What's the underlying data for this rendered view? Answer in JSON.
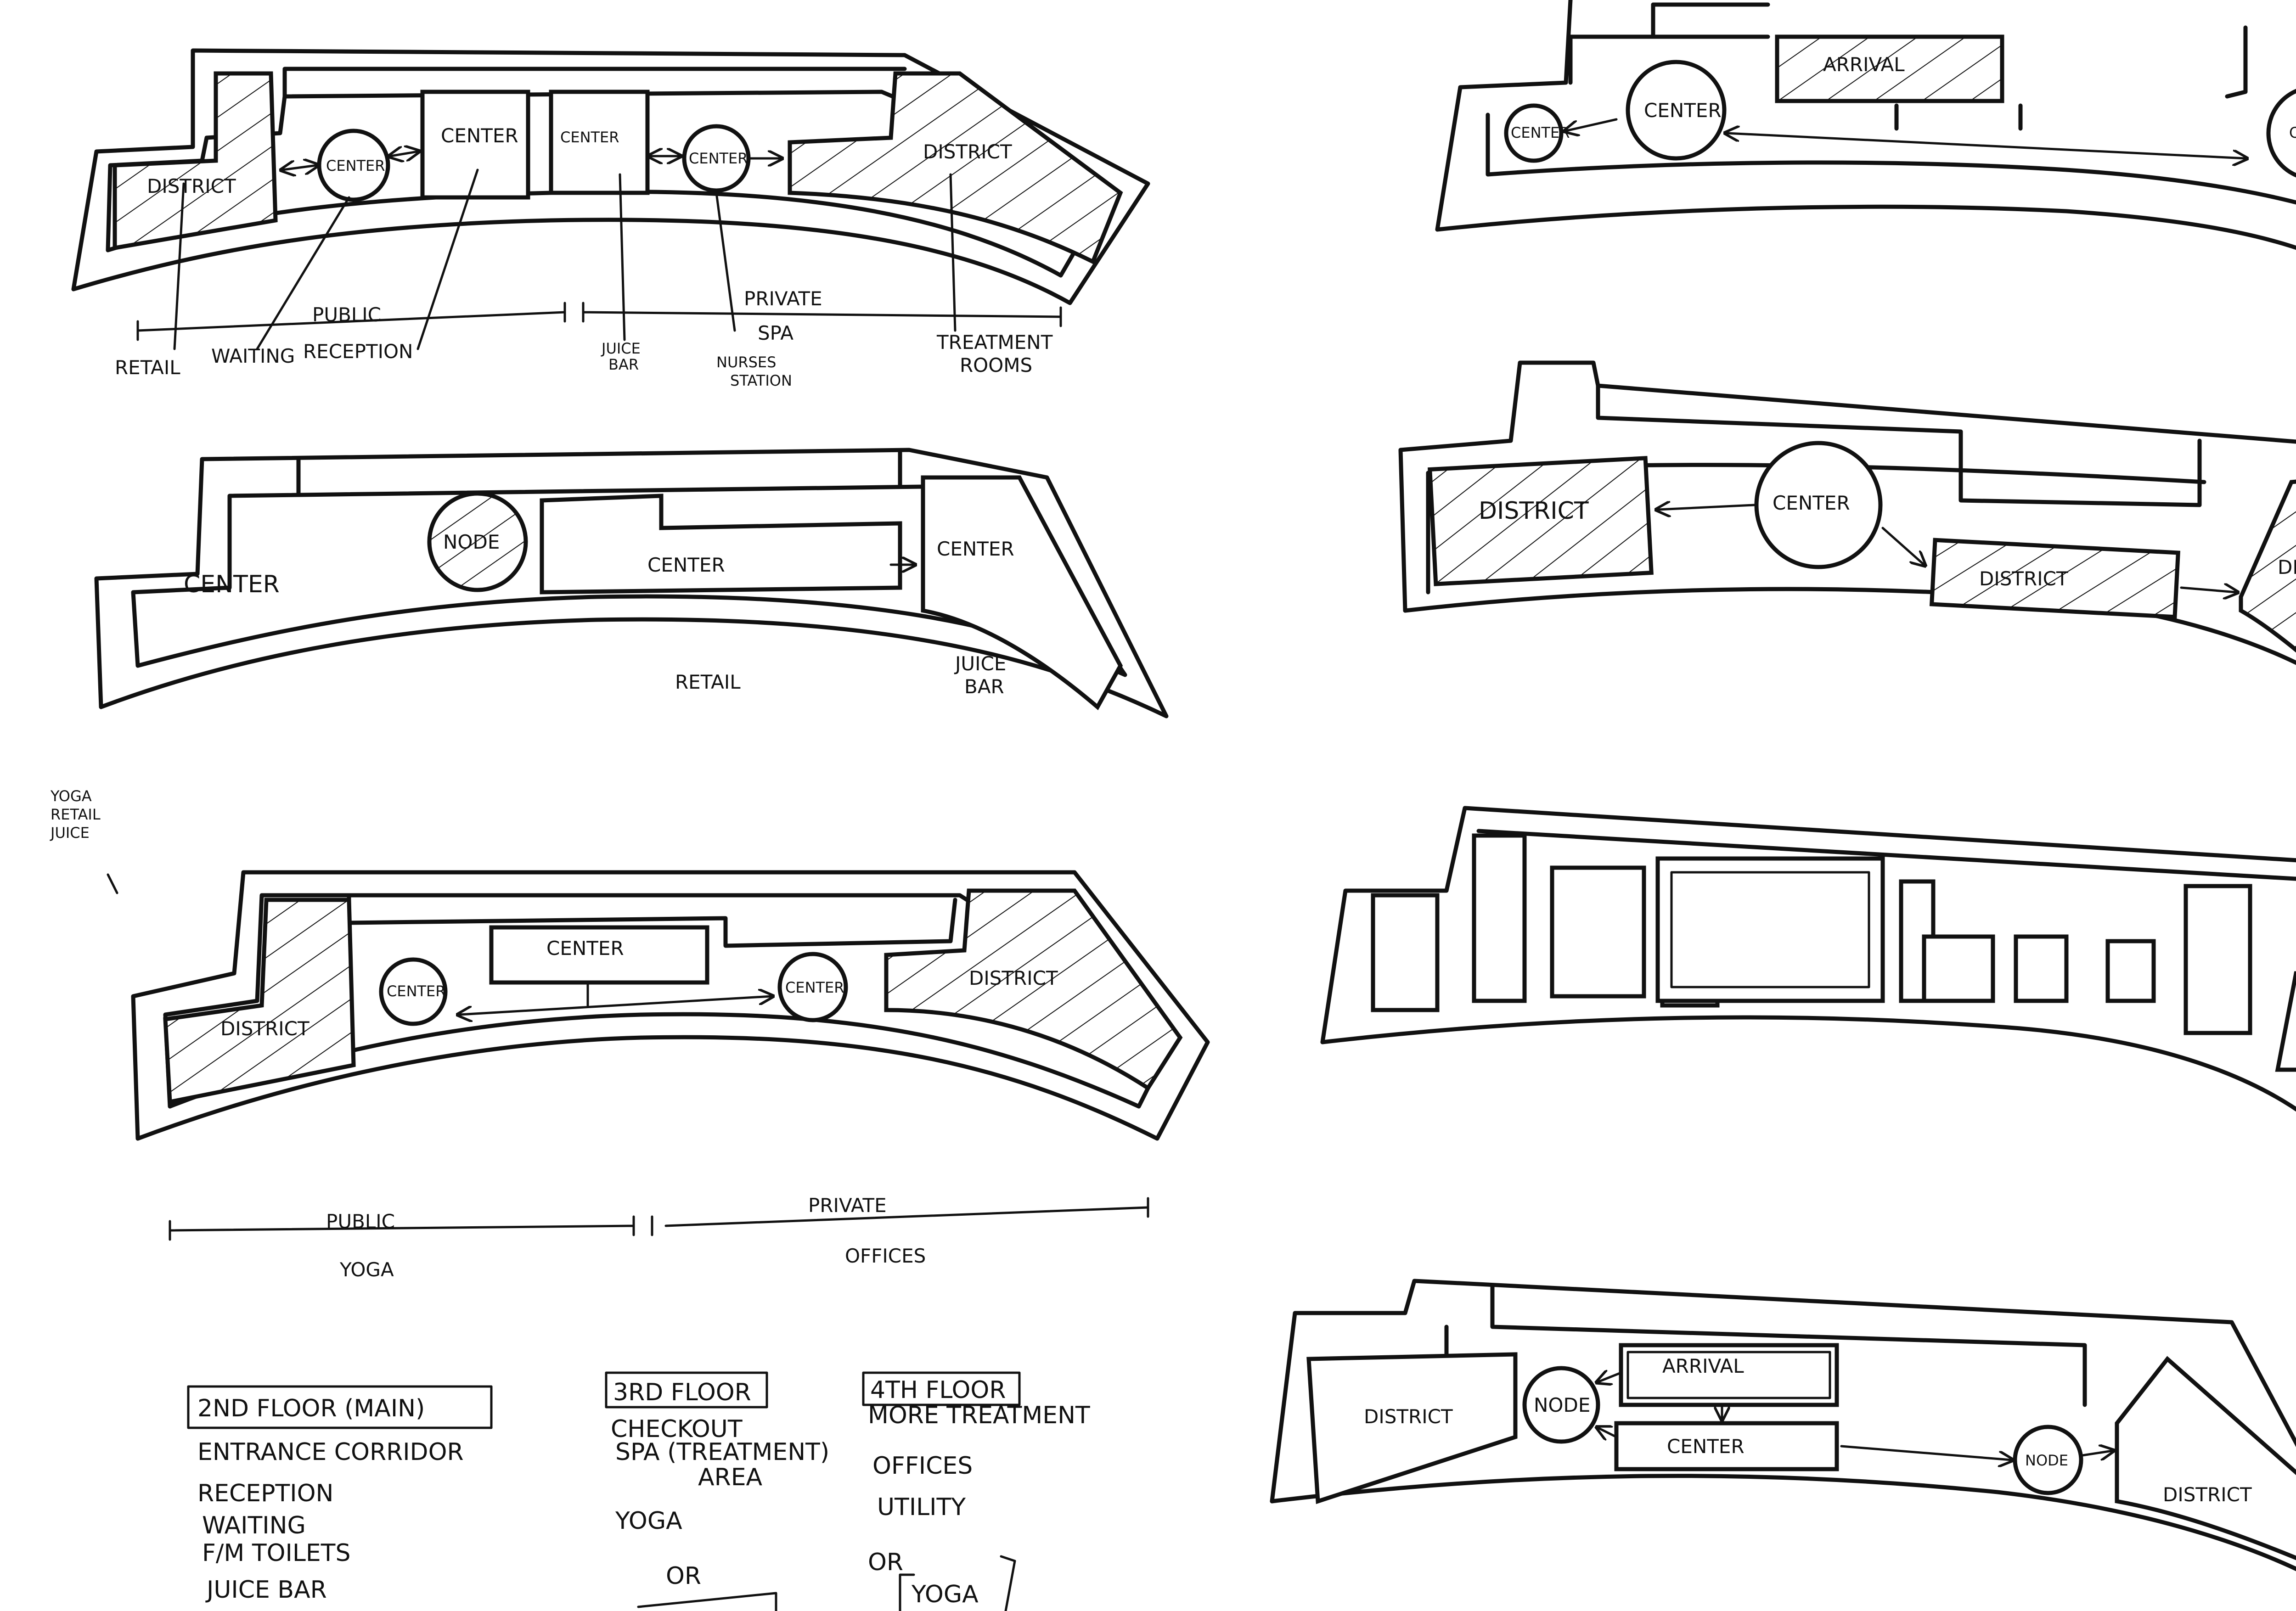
{
  "sheet_title": "",
  "plans": {
    "p1": {
      "district_left": "DISTRICT",
      "center_circle_left": "CENTER",
      "center_box_a": "CENTER",
      "center_box_b": "CENTER",
      "center_circle_right": "CENTER",
      "district_right": "DISTRICT",
      "scale_public": "PUBLIC",
      "scale_private": "PRIVATE",
      "note_retail": "RETAIL",
      "note_waiting": "WAITING",
      "note_reception": "RECEPTION",
      "note_juice_1": "JUICE",
      "note_juice_2": "BAR",
      "note_spa": "SPA",
      "note_nurses_1": "NURSES",
      "note_nurses_2": "STATION",
      "note_treatment_1": "TREATMENT",
      "note_treatment_2": "ROOMS"
    },
    "p2": {
      "center_left": "CENTER",
      "node": "NODE",
      "center_middle": "CENTER",
      "center_right": "CENTER",
      "note_retail": "RETAIL",
      "note_juice_1": "JUICE",
      "note_juice_2": "BAR"
    },
    "margin_note": [
      "YOGA",
      "RETAIL",
      "JUICE"
    ],
    "p3": {
      "district_left": "DISTRICT",
      "center_circle_left": "CENTER",
      "center_box": "CENTER",
      "center_circle_right": "CENTER",
      "district_right": "DISTRICT",
      "scale_public": "PUBLIC",
      "scale_private": "PRIVATE",
      "note_yoga": "YOGA",
      "note_offices": "OFFICES"
    },
    "p4": {
      "node_left": "CENTER",
      "center_circle": "CENTER",
      "arrival": "ARRIVAL",
      "center_right": "CENTER"
    },
    "p5": {
      "district_left": "DISTRICT",
      "center_circle": "CENTER",
      "district_middle": "DISTRICT",
      "district_right": "DISTRI"
    },
    "p7": {
      "district_left": "DISTRICT",
      "node_left": "NODE",
      "arrival": "ARRIVAL",
      "center": "CENTER",
      "node_right": "NODE",
      "district_right": "DISTRICT"
    }
  },
  "program_lists": [
    {
      "heading": "2ND FLOOR (MAIN)",
      "items": [
        "ENTRANCE CORRIDOR",
        "RECEPTION",
        "WAITING",
        "F/M TOILETS",
        "JUICE BAR"
      ]
    },
    {
      "heading": "3RD FLOOR",
      "items": [
        "CHECKOUT",
        "SPA (TREATMENT)",
        "AREA",
        "YOGA",
        "OR"
      ]
    },
    {
      "heading": "4TH FLOOR",
      "items": [
        "MORE TREATMENT",
        "OFFICES",
        "UTILITY",
        "OR",
        "YOGA"
      ]
    }
  ]
}
